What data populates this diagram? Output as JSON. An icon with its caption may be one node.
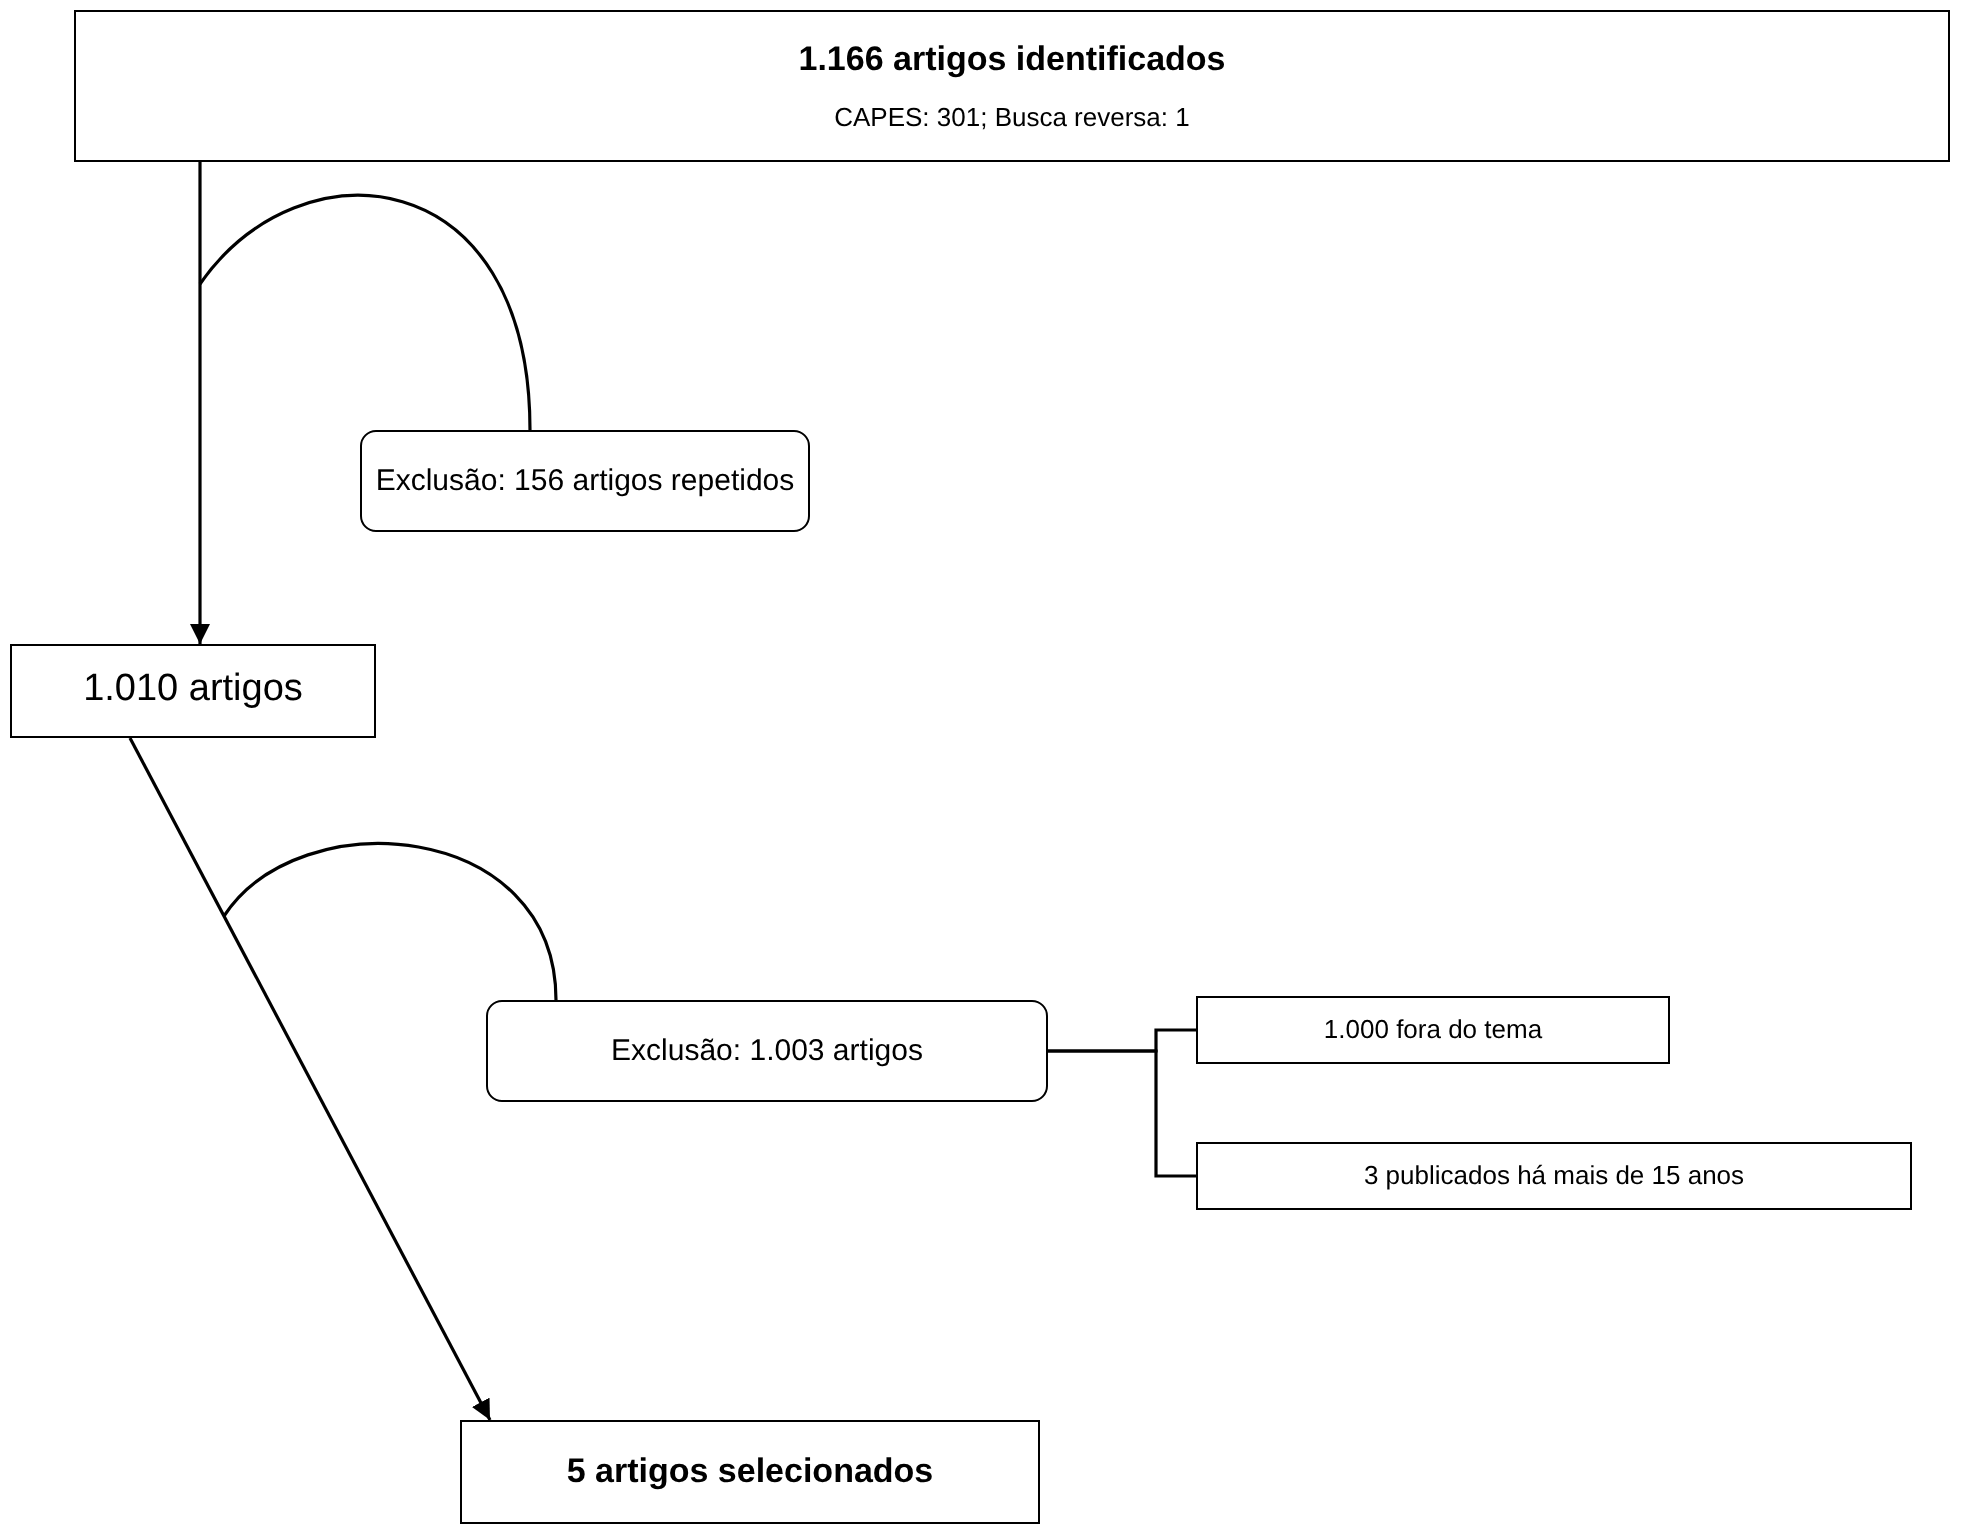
{
  "diagram": {
    "nodes": [
      {
        "text": [
          "1.166 artigos identificados",
          "CAPES: 301; Busca reversa: 1"
        ]
      },
      {
        "text": [
          "Exclusão: 156 artigos repetidos"
        ]
      },
      {
        "text": [
          "1.010 artigos"
        ]
      },
      {
        "text": [
          "Exclusão: 1.003 artigos"
        ]
      },
      {
        "text": [
          "1.000 fora do tema"
        ]
      },
      {
        "text": [
          "3 publicados há mais de 15 anos"
        ]
      },
      {
        "text": [
          "5 artigos selecionados"
        ]
      }
    ],
    "edges": [
      {
        "from": 0,
        "to": 2,
        "arrow": "to"
      },
      {
        "from": null,
        "to": 1,
        "arrow": "none"
      },
      {
        "from": 2,
        "to": 6,
        "arrow": "to"
      },
      {
        "from": null,
        "to": 3,
        "arrow": "none"
      },
      {
        "from": 3,
        "to": 4,
        "arrow": "none"
      },
      {
        "from": 3,
        "to": 5,
        "arrow": "none"
      }
    ]
  }
}
